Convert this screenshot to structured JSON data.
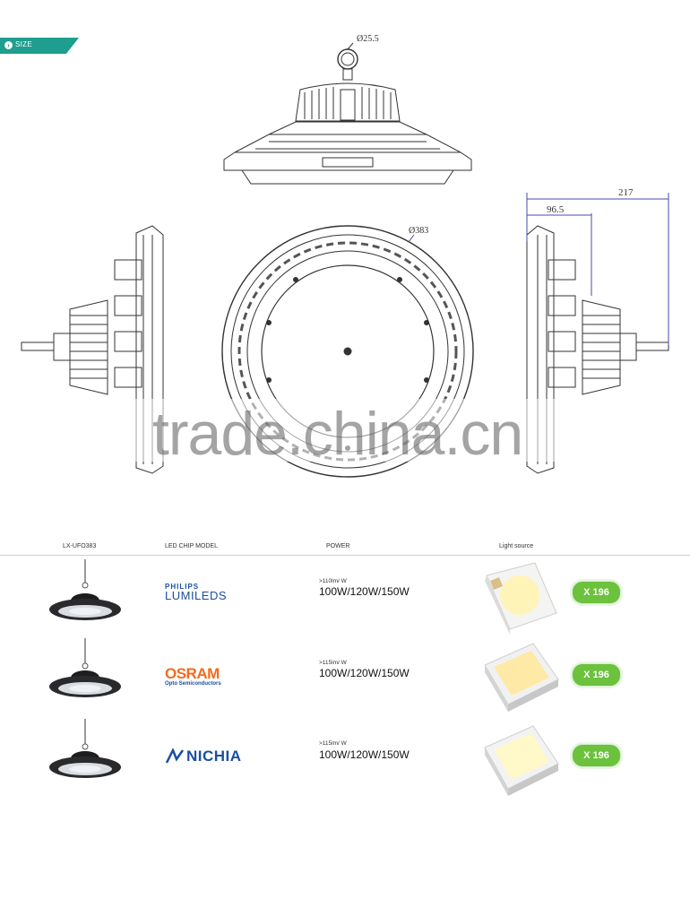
{
  "header": {
    "section_label": "SIZE",
    "icon": "arrow-circle-icon"
  },
  "drawing": {
    "dim_eye": "Ø25.5",
    "dim_diameter": "Ø383",
    "dim_height": "217",
    "dim_body": "96.5"
  },
  "watermark": "trade.china.cn",
  "table": {
    "headers": [
      "LX-UFO383",
      "LED CHIP MODEL",
      "POWER",
      "Light source"
    ],
    "rows": [
      {
        "brand_top": "PHILIPS",
        "brand_bottom": "LUMILEDS",
        "efficacy": ">110lm/ W",
        "power": "100W/120W/150W",
        "count": "X 196"
      },
      {
        "brand_top": "OSRAM",
        "brand_bottom": "Opto Semiconductors",
        "efficacy": ">115lm/ W",
        "power": "100W/120W/150W",
        "count": "X 196"
      },
      {
        "brand_top": "NICHIA",
        "brand_bottom": "",
        "efficacy": ">115lm/ W",
        "power": "100W/120W/150W",
        "count": "X 196"
      }
    ]
  },
  "colors": {
    "accent": "#1f9d8e",
    "badge": "#6cc13d",
    "philips": "#1a4fa0",
    "osram": "#f26b1d"
  }
}
